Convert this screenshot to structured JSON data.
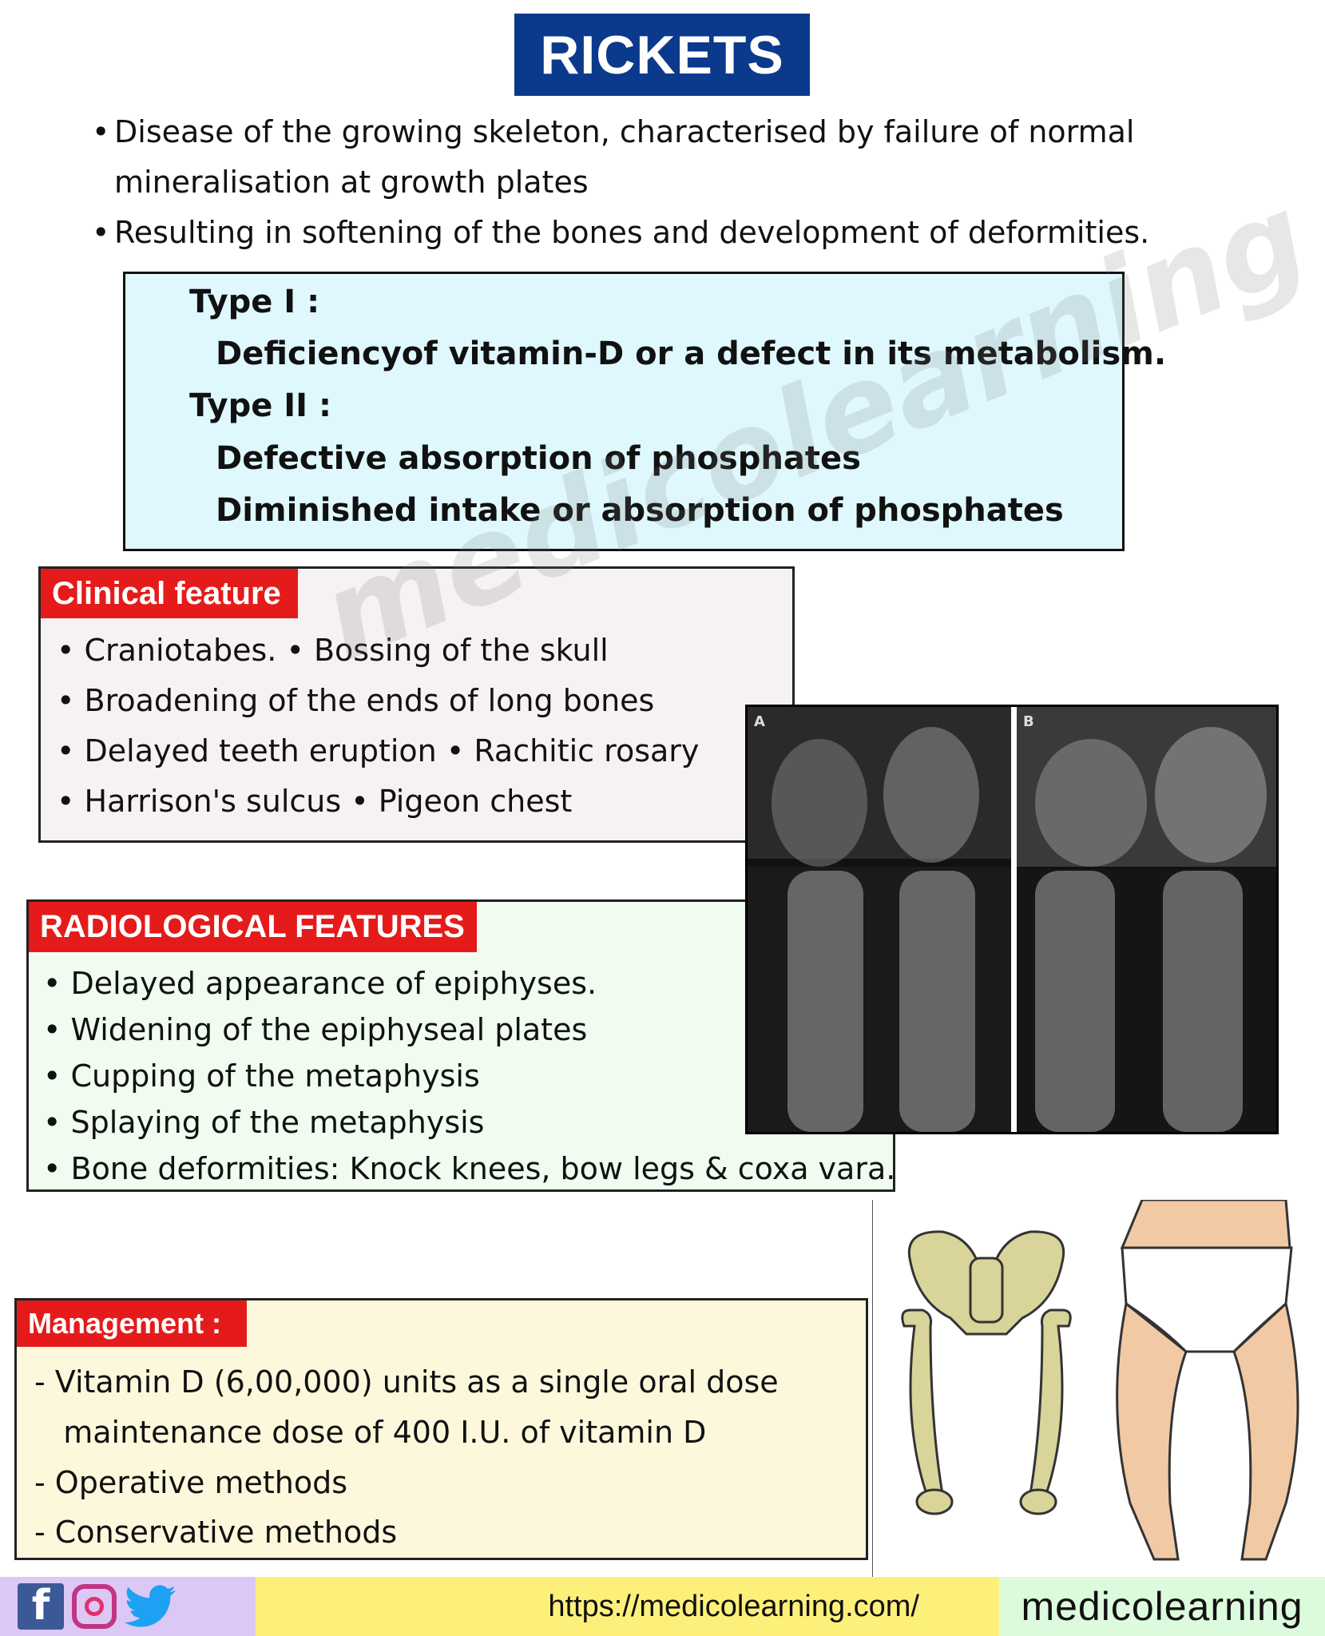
{
  "title": "RICKETS",
  "intro": [
    {
      "lines": [
        "Disease of the growing skeleton, characterised by failure of normal",
        "mineralisation at growth plates"
      ]
    },
    {
      "lines": [
        "Resulting in softening of the bones and development of deformities."
      ]
    }
  ],
  "types": {
    "type1_label": "Type I :",
    "type1_items": [
      "Deficiencyof vitamin-D or a defect in its metabolism."
    ],
    "type2_label": "Type II :",
    "type2_items": [
      "Defective absorption of phosphates",
      "Diminished intake or absorption of phosphates"
    ]
  },
  "clinical": {
    "header": "Clinical feature",
    "lines": [
      "• Craniotabes. • Bossing of the skull",
      "• Broadening of the ends of long bones",
      "• Delayed teeth eruption  • Rachitic rosary",
      "• Harrison's sulcus  • Pigeon chest"
    ]
  },
  "xray": {
    "label_a": "A",
    "label_b": "B"
  },
  "radiological": {
    "header": "RADIOLOGICAL FEATURES",
    "lines": [
      "• Delayed appearance of epiphyses.",
      "• Widening of the epiphyseal plates",
      "• Cupping of the metaphysis",
      "• Splaying of the metaphysis",
      "• Bone deformities: Knock knees, bow legs & coxa vara."
    ]
  },
  "management": {
    "header": "Management :",
    "lines": [
      "- Vitamin D (6,00,000) units as a single oral dose",
      "   maintenance dose of 400 I.U. of vitamin D",
      "- Operative methods",
      "- Conservative methods"
    ]
  },
  "watermark": "medicolearning",
  "footer": {
    "social_icons": [
      "facebook-icon",
      "instagram-icon",
      "twitter-icon"
    ],
    "url": "https://medicolearning.com/",
    "brand": "medicolearning"
  },
  "colors": {
    "title_bg": "#0b3a8c",
    "header_red": "#e51b1b",
    "type_bg": "#dff8fd",
    "clinical_bg": "#f6f1f3",
    "radiological_bg": "#effcef",
    "management_bg": "#fdf8dc"
  }
}
